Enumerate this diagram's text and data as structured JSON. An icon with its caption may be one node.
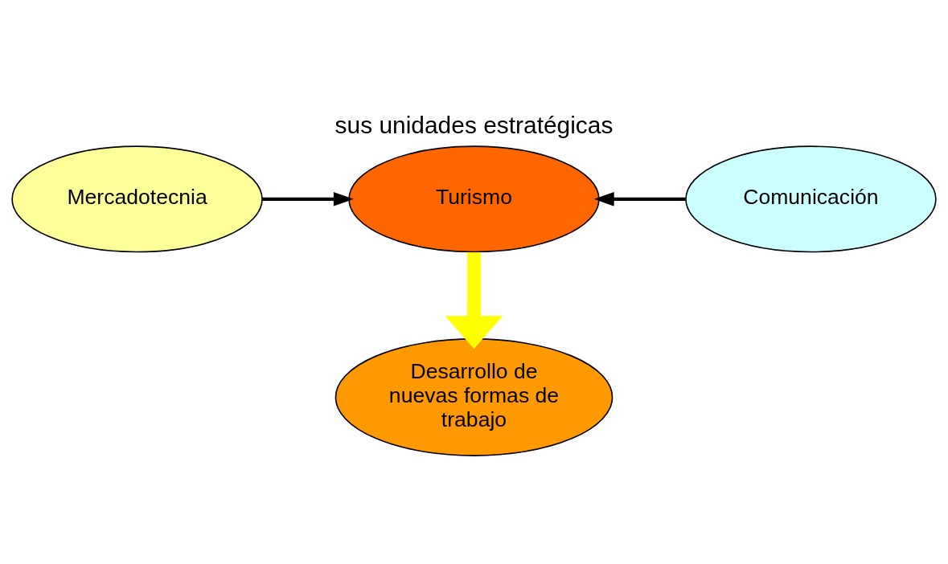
{
  "diagram": {
    "title": "sus unidades estratégicas",
    "nodes": [
      {
        "text": [
          "Mercadotecnia"
        ]
      },
      {
        "text": [
          "Turismo"
        ]
      },
      {
        "text": [
          "Comunicación"
        ]
      },
      {
        "text": [
          "Desarrollo de nuevas formas de trabajo"
        ]
      }
    ],
    "edges": [
      {
        "from": 0,
        "to": 1,
        "arrow": "to"
      },
      {
        "from": 2,
        "to": 1,
        "arrow": "to"
      },
      {
        "from": 1,
        "to": 3,
        "arrow": "to",
        "style": "thick",
        "color": "#ffff00"
      }
    ]
  }
}
